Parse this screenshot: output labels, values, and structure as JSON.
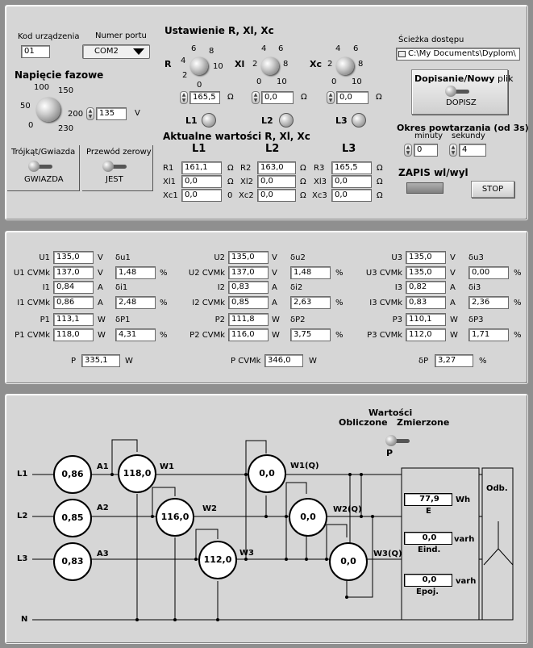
{
  "top": {
    "kod_label": "Kod urządzenia",
    "kod_value": "01",
    "port_label": "Numer portu",
    "port_value": "COM2",
    "napiecie_label": "Napięcie fazowe",
    "napiecie_value": "135",
    "napiecie_unit": "V",
    "napiecie_ticks": [
      "100",
      "150",
      "50",
      "200",
      "0",
      "230"
    ],
    "trojkat_label": "Trójkąt/Gwiazda",
    "trojkat_value": "GWIAZDA",
    "przewod_label": "Przewód zerowy",
    "przewod_value": "JEST",
    "ustawienie_title": "Ustawienie R, Xl, Xc",
    "knobs": [
      {
        "name": "R",
        "ticks": [
          "6",
          "8",
          "4",
          "10",
          "2",
          "0"
        ],
        "value": "165,5",
        "unit": "Ω",
        "led": "L1"
      },
      {
        "name": "Xl",
        "ticks": [
          "4",
          "6",
          "2",
          "8",
          "0",
          "10"
        ],
        "value": "0,0",
        "unit": "Ω",
        "led": "L2"
      },
      {
        "name": "Xc",
        "ticks": [
          "4",
          "6",
          "2",
          "8",
          "0",
          "10"
        ],
        "value": "0,0",
        "unit": "Ω",
        "led": "L3"
      }
    ],
    "aktualne_title": "Aktualne wartości R, Xl, Xc",
    "phases": [
      {
        "head": "L1",
        "rows": [
          {
            "l": "R1",
            "v": "161,1",
            "u": "Ω"
          },
          {
            "l": "Xl1",
            "v": "0,0",
            "u": "Ω"
          },
          {
            "l": "Xc1",
            "v": "0,0",
            "u": "0"
          }
        ]
      },
      {
        "head": "L2",
        "rows": [
          {
            "l": "R2",
            "v": "163,0",
            "u": "Ω"
          },
          {
            "l": "Xl2",
            "v": "0,0",
            "u": "Ω"
          },
          {
            "l": "Xc2",
            "v": "0,0",
            "u": "Ω"
          }
        ]
      },
      {
        "head": "L3",
        "rows": [
          {
            "l": "R3",
            "v": "165,5",
            "u": "Ω"
          },
          {
            "l": "Xl3",
            "v": "0,0",
            "u": "Ω"
          },
          {
            "l": "Xc3",
            "v": "0,0",
            "u": "Ω"
          }
        ]
      }
    ],
    "sciezka_label": "Ścieżka dostępu",
    "sciezka_value": "C:\\My Documents\\Dyplom\\",
    "dopisanie_label_bold": "Dopisanie/Nowy",
    "dopisanie_label_rest": " plik",
    "dopisanie_value": "DOPISZ",
    "okres_label": "Okres powtarzania (od 3s)",
    "minuty_label": "minuty",
    "minuty_value": "0",
    "sekundy_label": "sekundy",
    "sekundy_value": "4",
    "zapis_label": "ZAPIS wl/wyl",
    "stop_label": "STOP"
  },
  "mid": {
    "cols": [
      {
        "rows": [
          {
            "l": "U1",
            "v": "135,0",
            "u": "V",
            "d": "δu1",
            "dv": "",
            "du": ""
          },
          {
            "l": "U1 CVMk",
            "v": "137,0",
            "u": "V",
            "d": "",
            "dv": "1,48",
            "du": "%"
          },
          {
            "l": "I1",
            "v": "0,84",
            "u": "A",
            "d": "δi1",
            "dv": "",
            "du": ""
          },
          {
            "l": "I1 CVMk",
            "v": "0,86",
            "u": "A",
            "d": "",
            "dv": "2,48",
            "du": "%"
          },
          {
            "l": "P1",
            "v": "113,1",
            "u": "W",
            "d": "δP1",
            "dv": "",
            "du": ""
          },
          {
            "l": "P1 CVMk",
            "v": "118,0",
            "u": "W",
            "d": "",
            "dv": "4,31",
            "du": "%"
          }
        ],
        "tot_l": "P",
        "tot_v": "335,1",
        "tot_u": "W"
      },
      {
        "rows": [
          {
            "l": "U2",
            "v": "135,0",
            "u": "V",
            "d": "δu2",
            "dv": "",
            "du": ""
          },
          {
            "l": "U2 CVMk",
            "v": "137,0",
            "u": "V",
            "d": "",
            "dv": "1,48",
            "du": "%"
          },
          {
            "l": "I2",
            "v": "0,83",
            "u": "A",
            "d": "δi2",
            "dv": "",
            "du": ""
          },
          {
            "l": "I2 CVMk",
            "v": "0,85",
            "u": "A",
            "d": "",
            "dv": "2,63",
            "du": "%"
          },
          {
            "l": "P2",
            "v": "111,8",
            "u": "W",
            "d": "δP2",
            "dv": "",
            "du": ""
          },
          {
            "l": "P2 CVMk",
            "v": "116,0",
            "u": "W",
            "d": "",
            "dv": "3,75",
            "du": "%"
          }
        ],
        "tot_l": "P CVMk",
        "tot_v": "346,0",
        "tot_u": "W"
      },
      {
        "rows": [
          {
            "l": "U3",
            "v": "135,0",
            "u": "V",
            "d": "δu3",
            "dv": "",
            "du": ""
          },
          {
            "l": "U3 CVMk",
            "v": "135,0",
            "u": "V",
            "d": "",
            "dv": "0,00",
            "du": "%"
          },
          {
            "l": "I3",
            "v": "0,82",
            "u": "A",
            "d": "δi3",
            "dv": "",
            "du": ""
          },
          {
            "l": "I3 CVMk",
            "v": "0,83",
            "u": "A",
            "d": "",
            "dv": "2,36",
            "du": "%"
          },
          {
            "l": "P3",
            "v": "110,1",
            "u": "W",
            "d": "δP3",
            "dv": "",
            "du": ""
          },
          {
            "l": "P3 CVMk",
            "v": "112,0",
            "u": "W",
            "d": "",
            "dv": "1,71",
            "du": "%"
          }
        ],
        "tot_l": "δP",
        "tot_v": "3,27",
        "tot_u": "%"
      }
    ]
  },
  "bottom": {
    "wartosci": "Wartości",
    "obliczone": "Obliczone",
    "zmierzone": "Zmierzone",
    "switch_label": "P",
    "lines": [
      "L1",
      "L2",
      "L3",
      "N"
    ],
    "ammeters": [
      {
        "label": "A1",
        "value": "0,86"
      },
      {
        "label": "A2",
        "value": "0,85"
      },
      {
        "label": "A3",
        "value": "0,83"
      }
    ],
    "wattmeters": [
      {
        "label": "W1",
        "value": "118,0"
      },
      {
        "label": "W2",
        "value": "116,0"
      },
      {
        "label": "W3",
        "value": "112,0"
      }
    ],
    "varmeters": [
      {
        "label": "W1(Q)",
        "value": "0,0"
      },
      {
        "label": "W2(Q)",
        "value": "0,0"
      },
      {
        "label": "W3(Q)",
        "value": "0,0"
      }
    ],
    "energy": [
      {
        "v": "77,9",
        "u": "Wh",
        "n": "E"
      },
      {
        "v": "0,0",
        "u": "varh",
        "n": "Eind."
      },
      {
        "v": "0,0",
        "u": "varh",
        "n": "Epoj."
      }
    ],
    "odb": "Odb."
  }
}
